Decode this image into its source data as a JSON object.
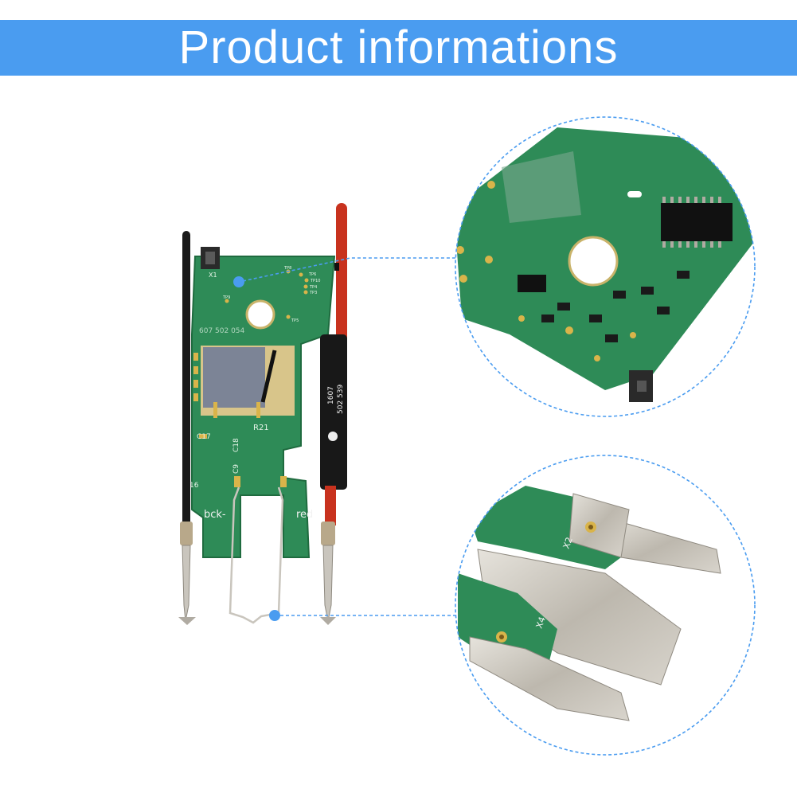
{
  "banner": {
    "title": "Product informations"
  },
  "board": {
    "serial": "607 502 054",
    "silk_labels": {
      "x1": "X1",
      "r21": "R21",
      "c17": "C17",
      "c18": "C18",
      "c9": "C9",
      "i6": "16"
    },
    "tp_labels": [
      "TP8",
      "TP6",
      "TP10",
      "TP4",
      "TP3",
      "TP9",
      "TP5"
    ],
    "wire_labels": {
      "black": "bck-",
      "red": "red"
    },
    "sleeve_text": {
      "line1": "1607",
      "line2": "502 539"
    }
  },
  "zoom_bottom": {
    "labels": {
      "x2": "X2",
      "x4": "X4"
    }
  },
  "colors": {
    "banner": "#4a9cf0",
    "pcb_green": "#2e8b57",
    "pcb_dark": "#1f6b3f",
    "pad_gold": "#d9b44a",
    "metal": "#c9c5bd",
    "red_wire": "#c8321e",
    "black_wire": "#1a1a1a",
    "callout": "#4a9cf0"
  }
}
